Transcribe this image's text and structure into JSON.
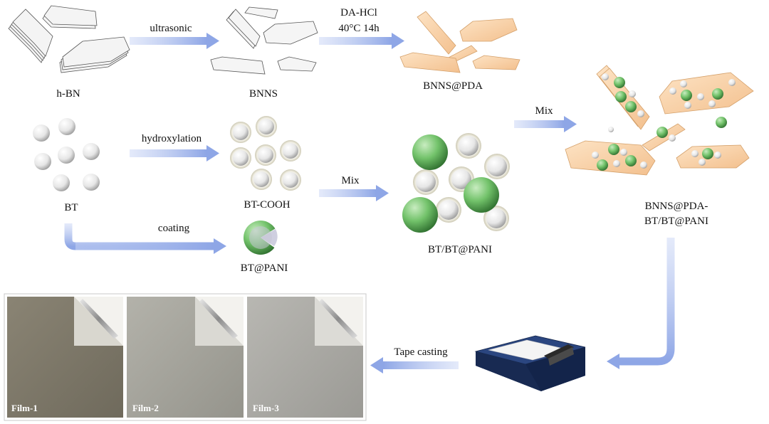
{
  "labels": {
    "hbn": "h-BN",
    "bnns": "BNNS",
    "bnns_pda": "BNNS@PDA",
    "bt": "BT",
    "bt_cooh": "BT-COOH",
    "bt_pani": "BT@PANI",
    "bt_bt_pani": "BT/BT@PANI",
    "composite_line1": "BNNS@PDA-",
    "composite_line2": "BT/BT@PANI"
  },
  "arrows": {
    "ultrasonic": "ultrasonic",
    "da_hcl_line1": "DA-HCl",
    "da_hcl_line2": "40°C 14h",
    "hydroxylation": "hydroxylation",
    "coating": "coating",
    "mix_lower": "Mix",
    "mix_upper": "Mix",
    "tape_casting": "Tape casting"
  },
  "films": [
    "Film-1",
    "Film-2",
    "Film-3"
  ],
  "colors": {
    "arrow": "#9aaee8",
    "pda_sheet": "#f7cfa3",
    "pani_green": "#5fb35f",
    "caster_body": "#1f3566"
  }
}
